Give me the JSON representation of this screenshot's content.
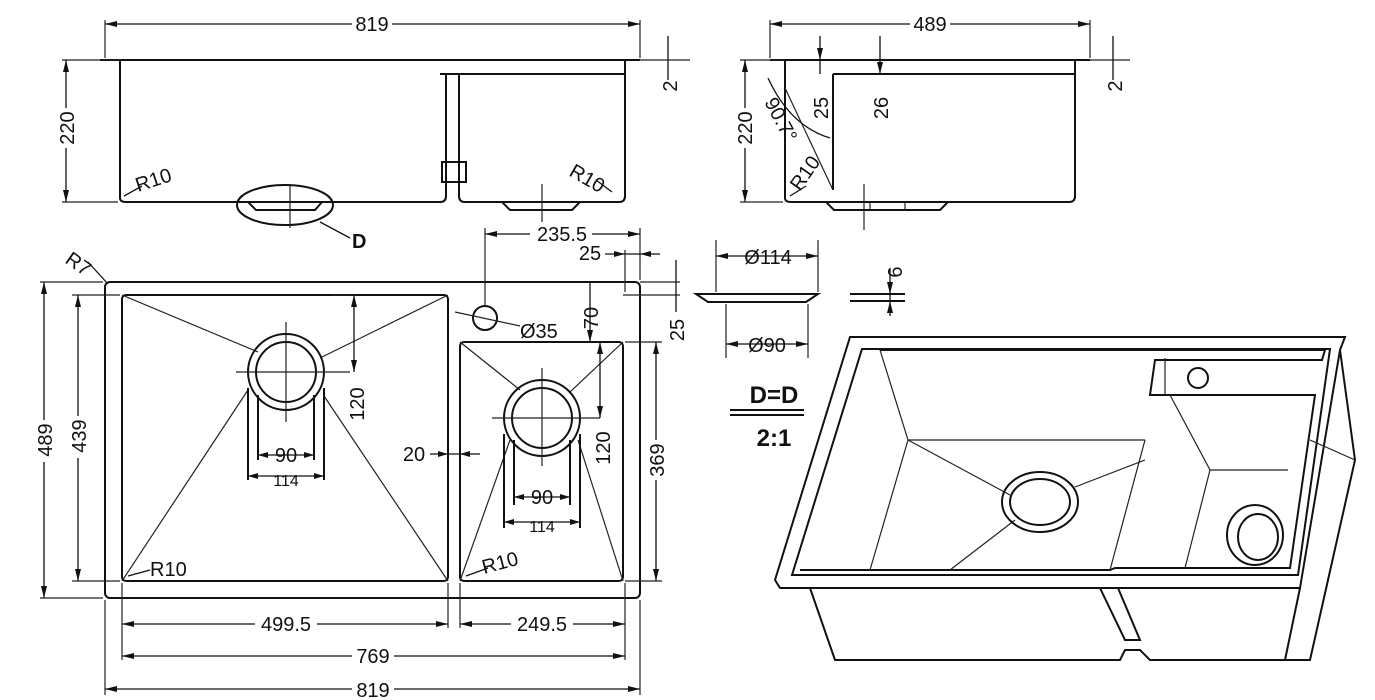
{
  "labels": {
    "front_width": "819",
    "front_height": "220",
    "front_flange": "2",
    "front_radius_left": "R10",
    "front_radius_right": "R10",
    "section_marker": "D",
    "side_width": "489",
    "side_height": "220",
    "side_flange": "2",
    "side_angle": "90.7°",
    "side_dim_25": "25",
    "side_dim_26": "26",
    "side_radius": "R10",
    "plan_corner_radius": "R7",
    "plan_tap_offset": "235.5",
    "plan_tap_edge": "25",
    "plan_tap_top": "25",
    "plan_tap_diameter": "Ø35",
    "plan_small_top": "70",
    "plan_outer_depth": "489",
    "plan_inner_depth": "439",
    "plan_small_depth": "369",
    "plan_large_drain_offset": "120",
    "plan_small_drain_offset": "120",
    "plan_divider": "20",
    "plan_large_drain_inner": "90",
    "plan_large_drain_outer": "114",
    "plan_small_drain_inner": "90",
    "plan_small_drain_outer": "114",
    "plan_large_radius": "R10",
    "plan_small_radius": "R10",
    "plan_large_width": "499.5",
    "plan_small_width": "249.5",
    "plan_inner_total": "769",
    "plan_outer_total": "819",
    "detail_outer_dia": "Ø114",
    "detail_inner_dia": "Ø90",
    "detail_depth": "6",
    "detail_title": "D=D",
    "detail_scale": "2:1"
  }
}
